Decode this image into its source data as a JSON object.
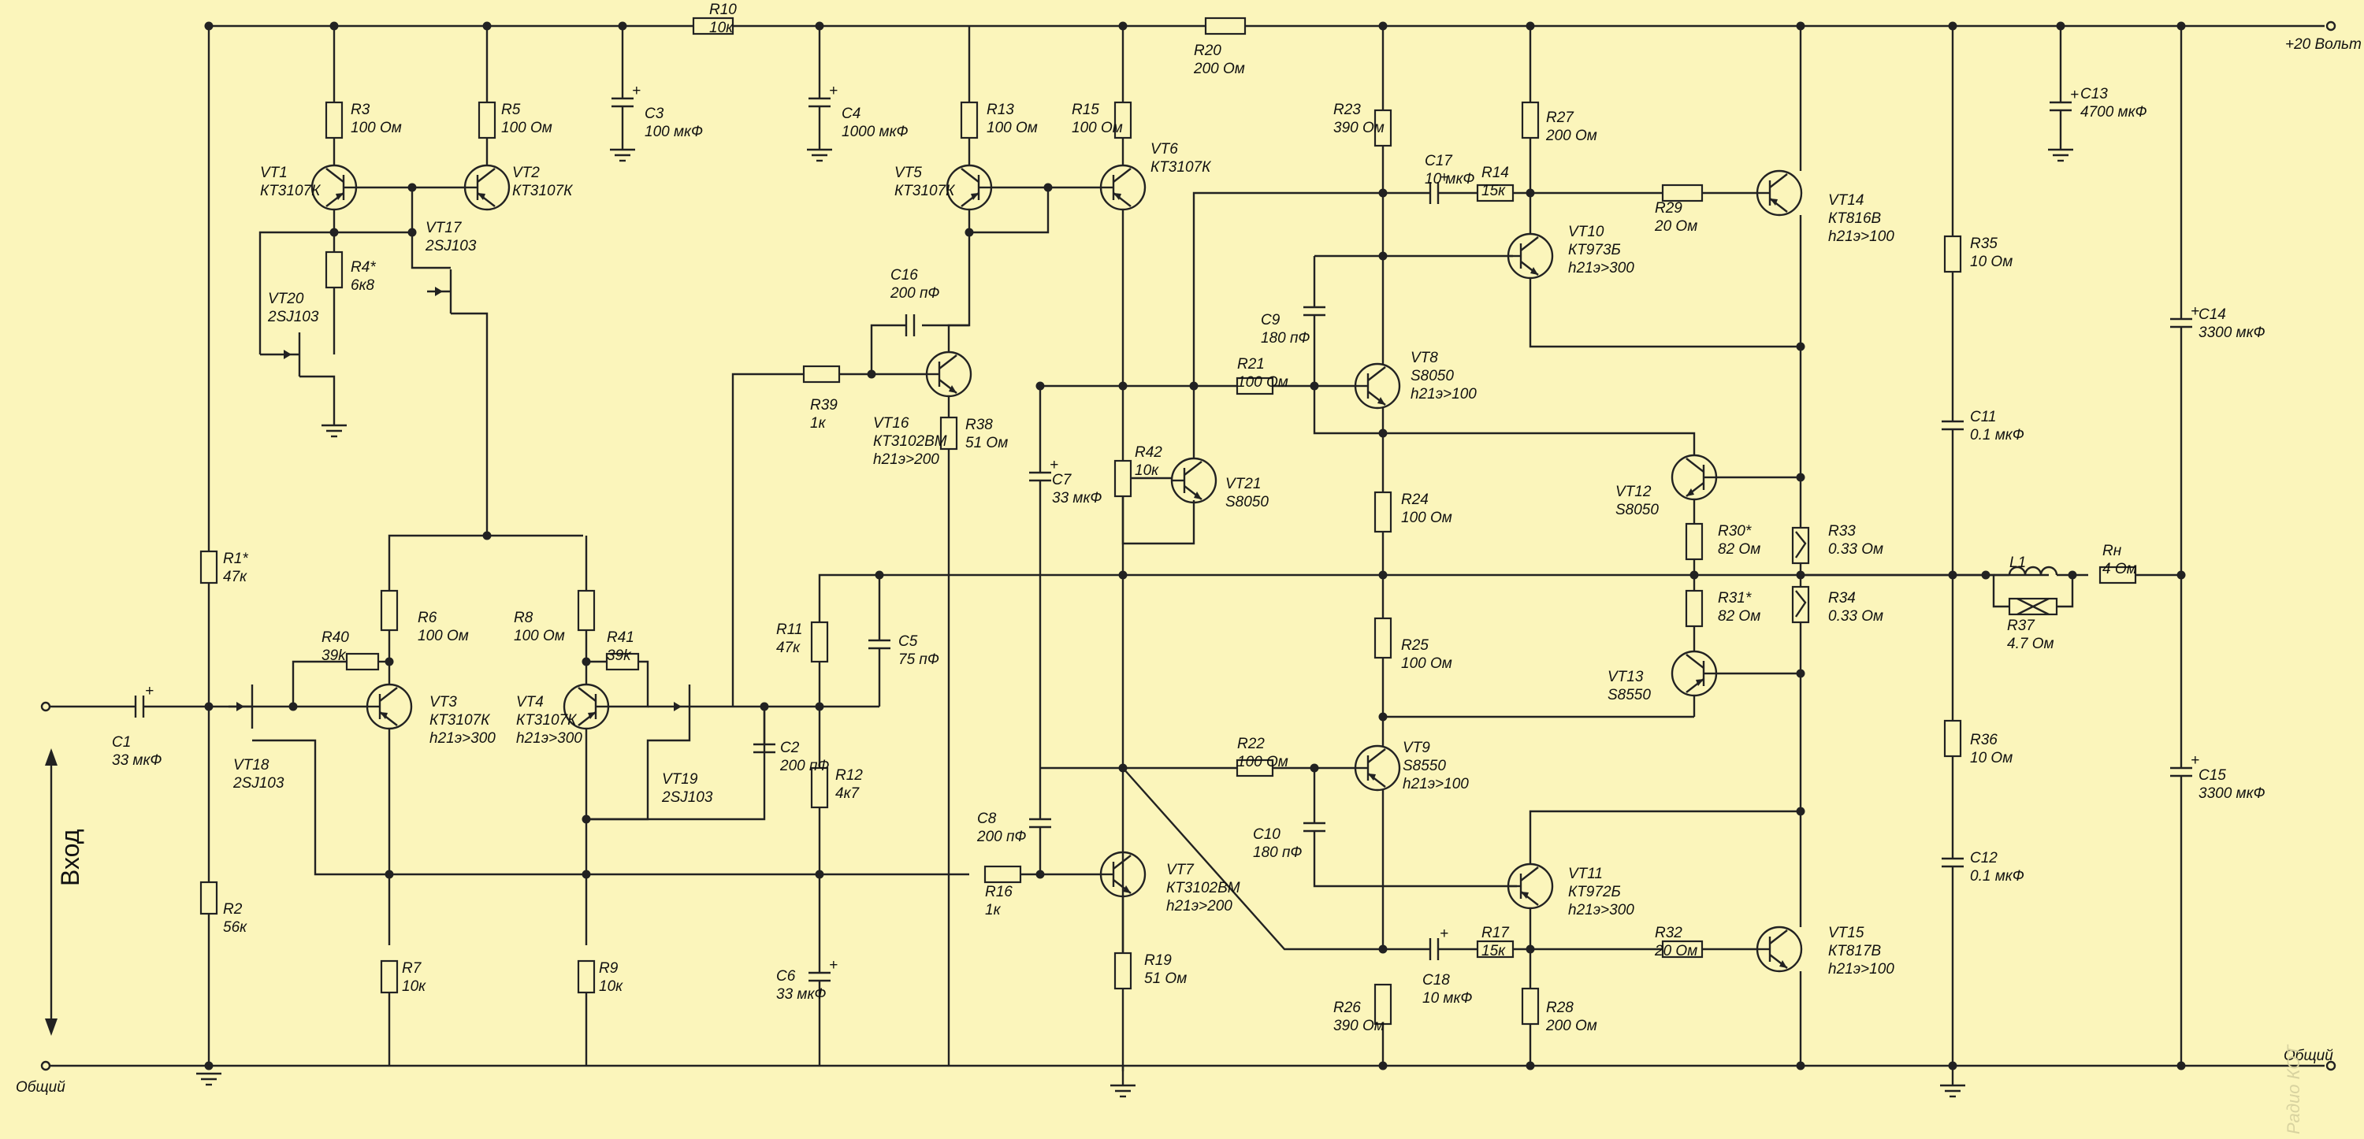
{
  "supply": {
    "plus": "+20 Вольт",
    "gnd_left": "Общий",
    "gnd_right": "Общий"
  },
  "input_label": "Вход",
  "watermark": "Радио КОТ",
  "parts": {
    "R1": {
      "name": "R1*",
      "value": "47к"
    },
    "R2": {
      "name": "R2",
      "value": "56к"
    },
    "R3": {
      "name": "R3",
      "value": "100 Ом"
    },
    "R4": {
      "name": "R4*",
      "value": "6к8"
    },
    "R5": {
      "name": "R5",
      "value": "100 Ом"
    },
    "R6": {
      "name": "R6",
      "value": "100 Ом"
    },
    "R7": {
      "name": "R7",
      "value": "10к"
    },
    "R8": {
      "name": "R8",
      "value": "100 Ом"
    },
    "R9": {
      "name": "R9",
      "value": "10к"
    },
    "R10": {
      "name": "R10",
      "value": "10к"
    },
    "R11": {
      "name": "R11",
      "value": "47к"
    },
    "R12": {
      "name": "R12",
      "value": "4к7"
    },
    "R13": {
      "name": "R13",
      "value": "100 Ом"
    },
    "R14": {
      "name": "R14",
      "value": "15к"
    },
    "R15": {
      "name": "R15",
      "value": "100 Ом"
    },
    "R16": {
      "name": "R16",
      "value": "1к"
    },
    "R17": {
      "name": "R17",
      "value": "15к"
    },
    "R19": {
      "name": "R19",
      "value": "51 Ом"
    },
    "R20": {
      "name": "R20",
      "value": "200 Ом"
    },
    "R21": {
      "name": "R21",
      "value": "100 Ом"
    },
    "R22": {
      "name": "R22",
      "value": "100 Ом"
    },
    "R23": {
      "name": "R23",
      "value": "390 Ом"
    },
    "R24": {
      "name": "R24",
      "value": "100 Ом"
    },
    "R25": {
      "name": "R25",
      "value": "100 Ом"
    },
    "R26": {
      "name": "R26",
      "value": "390 Ом"
    },
    "R27": {
      "name": "R27",
      "value": "200 Ом"
    },
    "R28": {
      "name": "R28",
      "value": "200 Ом"
    },
    "R29": {
      "name": "R29",
      "value": "20 Ом"
    },
    "R30": {
      "name": "R30*",
      "value": "82 Ом"
    },
    "R31": {
      "name": "R31*",
      "value": "82 Ом"
    },
    "R32": {
      "name": "R32",
      "value": "20 Ом"
    },
    "R33": {
      "name": "R33",
      "value": "0.33 Ом"
    },
    "R34": {
      "name": "R34",
      "value": "0.33 Ом"
    },
    "R35": {
      "name": "R35",
      "value": "10 Ом"
    },
    "R36": {
      "name": "R36",
      "value": "10 Ом"
    },
    "R37": {
      "name": "R37",
      "value": "4.7 Ом"
    },
    "R38": {
      "name": "R38",
      "value": "51 Ом"
    },
    "R39": {
      "name": "R39",
      "value": "1к"
    },
    "R40": {
      "name": "R40",
      "value": "39k"
    },
    "R41": {
      "name": "R41",
      "value": "39k"
    },
    "R42": {
      "name": "R42",
      "value": "10к"
    },
    "RH": {
      "name": "Rн",
      "value": "4 Ом"
    },
    "L1": {
      "name": "L1"
    },
    "C1": {
      "name": "C1",
      "value": "33 мкФ"
    },
    "C2": {
      "name": "C2",
      "value": "200 пФ"
    },
    "C3": {
      "name": "C3",
      "value": "100 мкФ"
    },
    "C4": {
      "name": "C4",
      "value": "1000 мкФ"
    },
    "C5": {
      "name": "C5",
      "value": "75 пФ"
    },
    "C6": {
      "name": "C6",
      "value": "33 мкФ"
    },
    "C7": {
      "name": "C7",
      "value": "33 мкФ"
    },
    "C8": {
      "name": "C8",
      "value": "200 пФ"
    },
    "C9": {
      "name": "C9",
      "value": "180 пФ"
    },
    "C10": {
      "name": "C10",
      "value": "180 пФ"
    },
    "C11": {
      "name": "C11",
      "value": "0.1 мкФ"
    },
    "C12": {
      "name": "C12",
      "value": "0.1 мкФ"
    },
    "C13": {
      "name": "C13",
      "value": "4700 мкФ"
    },
    "C14": {
      "name": "C14",
      "value": "3300 мкФ"
    },
    "C15": {
      "name": "C15",
      "value": "3300 мкФ"
    },
    "C16": {
      "name": "C16",
      "value": "200 пФ"
    },
    "C17": {
      "name": "C17",
      "value": "10 мкФ"
    },
    "C18": {
      "name": "C18",
      "value": "10 мкФ"
    },
    "VT1": {
      "name": "VT1",
      "type": "КТ3107К"
    },
    "VT2": {
      "name": "VT2",
      "type": "КТ3107К"
    },
    "VT3": {
      "name": "VT3",
      "type": "КТ3107К",
      "gain": "h21э>300"
    },
    "VT4": {
      "name": "VT4",
      "type": "КТ3107К",
      "gain": "h21э>300"
    },
    "VT5": {
      "name": "VT5",
      "type": "КТ3107К"
    },
    "VT6": {
      "name": "VT6",
      "type": "КТ3107К"
    },
    "VT7": {
      "name": "VT7",
      "type": "КТ3102ВМ",
      "gain": "h21э>200"
    },
    "VT8": {
      "name": "VT8",
      "type": "S8050",
      "gain": "h21э>100"
    },
    "VT9": {
      "name": "VT9",
      "type": "S8550",
      "gain": "h21э>100"
    },
    "VT10": {
      "name": "VT10",
      "type": "КТ973Б",
      "gain": "h21э>300"
    },
    "VT11": {
      "name": "VT11",
      "type": "КТ972Б",
      "gain": "h21э>300"
    },
    "VT12": {
      "name": "VT12",
      "type": "S8050"
    },
    "VT13": {
      "name": "VT13",
      "type": "S8550"
    },
    "VT14": {
      "name": "VT14",
      "type": "КТ816В",
      "gain": "h21э>100"
    },
    "VT15": {
      "name": "VT15",
      "type": "КТ817В",
      "gain": "h21э>100"
    },
    "VT16": {
      "name": "VT16",
      "type": "КТ3102ВМ",
      "gain": "h21э>200"
    },
    "VT17": {
      "name": "VT17",
      "type": "2SJ103"
    },
    "VT18": {
      "name": "VT18",
      "type": "2SJ103"
    },
    "VT19": {
      "name": "VT19",
      "type": "2SJ103"
    },
    "VT20": {
      "name": "VT20",
      "type": "2SJ103"
    },
    "VT21": {
      "name": "VT21",
      "type": "S8050"
    }
  }
}
